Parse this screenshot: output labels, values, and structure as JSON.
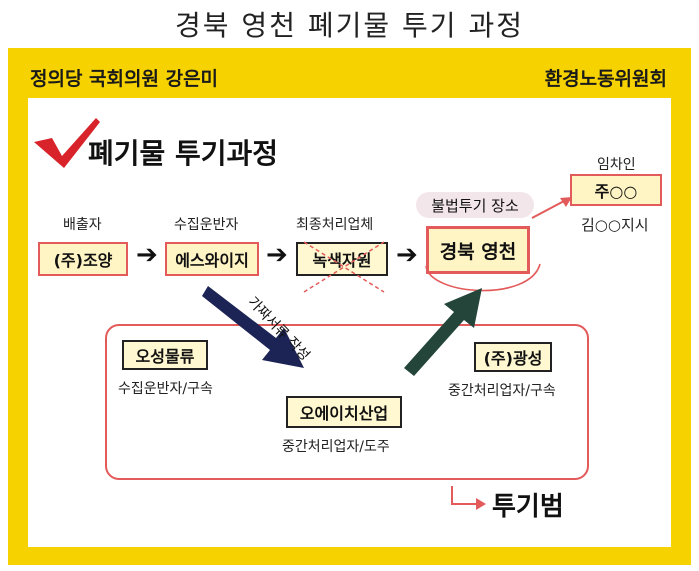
{
  "page_title": "경북 영천 폐기물 투기 과정",
  "header": {
    "left": "정의당 국회의원 강은미",
    "right": "환경노동위원회"
  },
  "main_title": "폐기물 투기과정",
  "flow": {
    "emitter": {
      "role": "배출자",
      "name": "(주)조양"
    },
    "collector": {
      "role": "수집운반자",
      "name": "에스와이지"
    },
    "final_processor": {
      "role": "최종처리업체",
      "name": "녹색자원"
    },
    "site": {
      "label": "불법투기 장소",
      "name": "경북 영천"
    },
    "lessee": {
      "role": "임차인",
      "name": "주○○",
      "note": "김○○지시"
    }
  },
  "fake_docs": "가짜서류 작성",
  "group": {
    "osung": {
      "name": "오성물류",
      "role": "수집운반자/구속"
    },
    "gwangsung": {
      "name": "(주)광성",
      "role": "중간처리업자/구속"
    },
    "oheichi": {
      "name": "오에이치산업",
      "role": "중간처리업자/도주"
    }
  },
  "criminal_label": "투기범",
  "arrow_glyph": "➔",
  "colors": {
    "frame": "#f6d200",
    "accent_red": "#e35a5a",
    "box_fill": "#fff4c4",
    "navy_arrow": "#1c2455",
    "green_arrow": "#24453a"
  }
}
